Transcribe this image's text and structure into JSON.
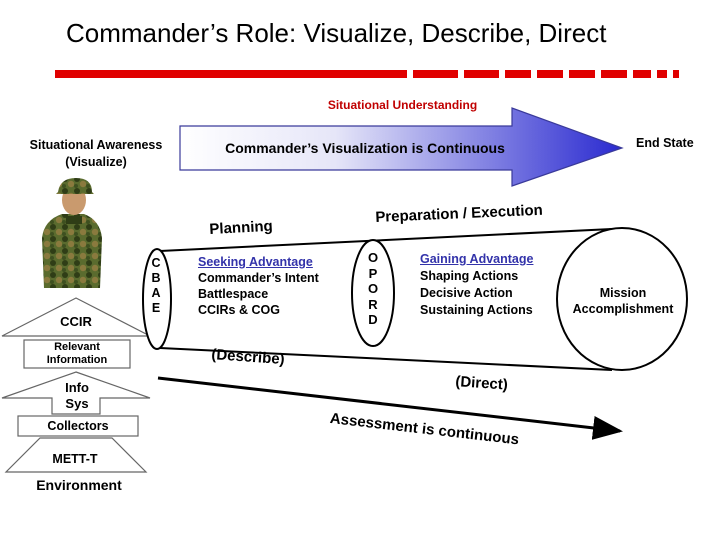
{
  "title": "Commander’s Role: Visualize, Describe, Direct",
  "colors": {
    "title_rule": "#e00000",
    "arrow_start": "#ffffff",
    "arrow_end": "#2a2ad0",
    "situational_understanding": "#c00000",
    "link": "#3333aa"
  },
  "situational_understanding": "Situational Understanding",
  "situational_awareness": {
    "line1": "Situational Awareness",
    "line2": "(Visualize)"
  },
  "visualization_arrow": "Commander’s Visualization is Continuous",
  "end_state": "End State",
  "pyramid": {
    "ccir": "CCIR",
    "relevant_information": {
      "line1": "Relevant",
      "line2": "Information"
    },
    "info_sys": {
      "line1": "Info",
      "line2": "Sys"
    },
    "collectors": "Collectors",
    "mett_t": "METT-T",
    "environment": "Environment"
  },
  "cbae": [
    "C",
    "B",
    "A",
    "E"
  ],
  "opord": [
    "O",
    "P",
    "O",
    "R",
    "D"
  ],
  "planning": "Planning",
  "preparation_execution": "Preparation / Execution",
  "seeking": {
    "heading": "Seeking Advantage",
    "items": [
      "Commander’s Intent",
      "Battlespace",
      "CCIRs & COG"
    ]
  },
  "gaining": {
    "heading": "Gaining Advantage",
    "items": [
      "Shaping Actions",
      "Decisive Action",
      "Sustaining Actions"
    ]
  },
  "mission": {
    "line1": "Mission",
    "line2": "Accomplishment"
  },
  "describe": "(Describe)",
  "direct": "(Direct)",
  "assessment": "Assessment is continuous",
  "icons": [
    "soldier-icon"
  ]
}
